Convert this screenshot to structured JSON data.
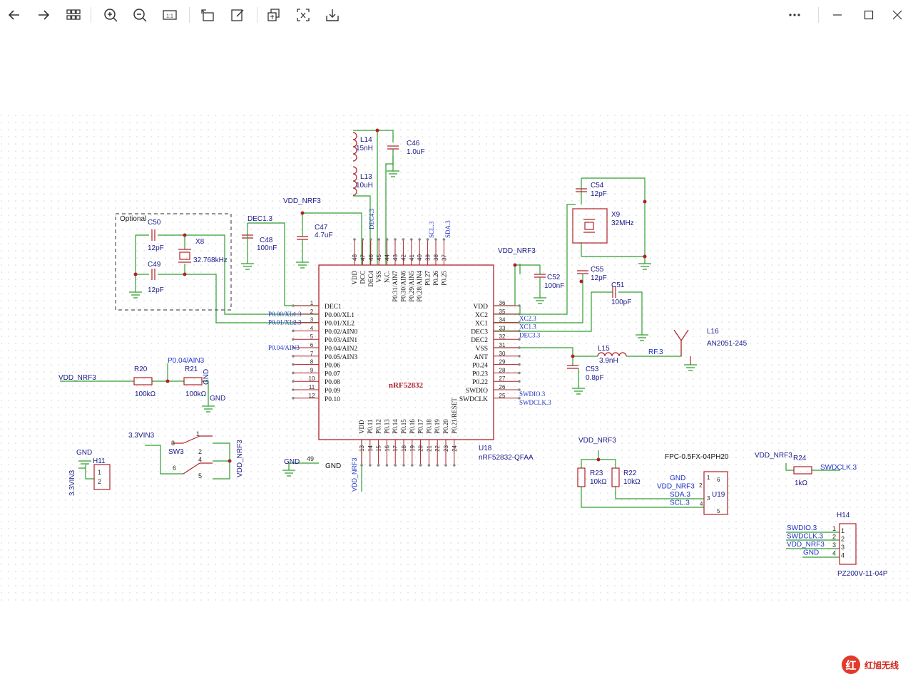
{
  "toolbar": {
    "left_icons": [
      "back-arrow-icon",
      "forward-arrow-icon",
      "grid-view-icon",
      "zoom-in-icon",
      "zoom-out-icon",
      "actual-size-icon",
      "rotate-icon",
      "edit-icon",
      "copy-text-icon",
      "translate-icon",
      "save-icon"
    ],
    "actual_size_label": "1:1",
    "right_icons": [
      "more-icon",
      "minimize-icon",
      "maximize-icon",
      "close-icon"
    ]
  },
  "schematic": {
    "ic": {
      "name": "nRF52832",
      "ref": "U18",
      "package": "nRF52832-QFAA",
      "left_pins": [
        {
          "num": "1",
          "name": "DEC1",
          "net": ""
        },
        {
          "num": "2",
          "name": "P0.00/XL1",
          "net": "P0.00/XL1.3"
        },
        {
          "num": "3",
          "name": "P0.01/XL2",
          "net": "P0.01/XL2.3"
        },
        {
          "num": "4",
          "name": "P0.02/AIN0",
          "net": ""
        },
        {
          "num": "5",
          "name": "P0.03/AIN1",
          "net": ""
        },
        {
          "num": "6",
          "name": "P0.04/AIN2",
          "net": "P0.04/AIN3"
        },
        {
          "num": "7",
          "name": "P0.05/AIN3",
          "net": ""
        },
        {
          "num": "8",
          "name": "P0.06",
          "net": ""
        },
        {
          "num": "9",
          "name": "P0.07",
          "net": ""
        },
        {
          "num": "10",
          "name": "P0.08",
          "net": ""
        },
        {
          "num": "11",
          "name": "P0.09",
          "net": ""
        },
        {
          "num": "12",
          "name": "P0.10",
          "net": ""
        }
      ],
      "right_pins": [
        {
          "num": "36",
          "name": "VDD",
          "net": ""
        },
        {
          "num": "35",
          "name": "XC2",
          "net": "XC2.3"
        },
        {
          "num": "34",
          "name": "XC1",
          "net": "XC1.3"
        },
        {
          "num": "33",
          "name": "DEC3",
          "net": "DEC3.3"
        },
        {
          "num": "32",
          "name": "DEC2",
          "net": ""
        },
        {
          "num": "31",
          "name": "VSS",
          "net": ""
        },
        {
          "num": "30",
          "name": "ANT",
          "net": ""
        },
        {
          "num": "29",
          "name": "P0.24",
          "net": ""
        },
        {
          "num": "28",
          "name": "P0.23",
          "net": ""
        },
        {
          "num": "27",
          "name": "P0.22",
          "net": ""
        },
        {
          "num": "26",
          "name": "SWDIO",
          "net": "SWDIO.3"
        },
        {
          "num": "25",
          "name": "SWDCLK",
          "net": "SWDCLK.3"
        }
      ],
      "top_pins": [
        {
          "num": "48",
          "name": "VDD"
        },
        {
          "num": "47",
          "name": "DCC"
        },
        {
          "num": "46",
          "name": "DEC4"
        },
        {
          "num": "45",
          "name": "VSS"
        },
        {
          "num": "44",
          "name": "N.C."
        },
        {
          "num": "43",
          "name": "P0.31/AIN7"
        },
        {
          "num": "42",
          "name": "P0.30/AIN6"
        },
        {
          "num": "41",
          "name": "P0.29/AIN5"
        },
        {
          "num": "40",
          "name": "P0.28/AIN4"
        },
        {
          "num": "39",
          "name": "P0.27"
        },
        {
          "num": "38",
          "name": "P0.26"
        },
        {
          "num": "37",
          "name": "P0.25"
        }
      ],
      "bottom_pins": [
        {
          "num": "13",
          "name": "VDD"
        },
        {
          "num": "14",
          "name": "P0.11"
        },
        {
          "num": "15",
          "name": "P0.12"
        },
        {
          "num": "16",
          "name": "P0.13"
        },
        {
          "num": "17",
          "name": "P0.14"
        },
        {
          "num": "18",
          "name": "P0.15"
        },
        {
          "num": "19",
          "name": "P0.16"
        },
        {
          "num": "20",
          "name": "P0.17"
        },
        {
          "num": "21",
          "name": "P0.18"
        },
        {
          "num": "22",
          "name": "P0.19"
        },
        {
          "num": "23",
          "name": "P0.20"
        },
        {
          "num": "24",
          "name": "P0.21/RESET"
        }
      ],
      "pin49": "49",
      "gnd_net": "GND",
      "top_nets": {
        "dec4": "DEC4.3",
        "scl": "SCL.3",
        "sda": "SDA.3"
      },
      "bottom_net": "VDD_NRF3"
    },
    "labels": {
      "optional": "Optional",
      "c50": "C50",
      "c50_val": "12pF",
      "c49": "C49",
      "c49_val": "12pF",
      "x8": "X8",
      "x8_val": "32.768kHz",
      "dec1": "DEC1.3",
      "c48": "C48",
      "c48_val": "100nF",
      "vdd_nrf3_a": "VDD_NRF3",
      "c47": "C47",
      "c47_val": "4.7uF",
      "l14": "L14",
      "l14_val": "15nH",
      "l13": "L13",
      "l13_val": "10uH",
      "c46": "C46",
      "c46_val": "1.0uF",
      "c54": "C54",
      "c54_val": "12pF",
      "x9": "X9",
      "x9_val": "32MHz",
      "c55": "C55",
      "c55_val": "12pF",
      "vdd_nrf3_b": "VDD_NRF3",
      "c52": "C52",
      "c52_val": "100nF",
      "c51": "C51",
      "c51_val": "100pF",
      "l15": "L15",
      "l15_val": "3.9nH",
      "rf": "RF.3",
      "l16": "L16",
      "l16_val": "AN2051-245",
      "c53": "C53",
      "c53_val": "0.8pF",
      "vdd_nrf3_r20": "VDD_NRF3",
      "r20": "R20",
      "r20_val": "100kΩ",
      "r21": "R21",
      "r21_val": "100kΩ",
      "ain3_net": "P0.04/AIN3",
      "gnd_r21": "GND",
      "gnd_r21b": "GND",
      "sw3": "SW3",
      "sw_in": "3.3VIN3",
      "sw_vdd": "VDD_NRF3",
      "sw_pins": [
        "1",
        "2",
        "3",
        "4",
        "5",
        "6"
      ],
      "h11": "H11",
      "h11_gnd": "GND",
      "h11_vin": "3.3VIN3",
      "h11_pins": [
        "1",
        "2"
      ],
      "vdd_nrf3_r23": "VDD_NRF3",
      "r23": "R23",
      "r23_val": "10kΩ",
      "r22": "R22",
      "r22_val": "10kΩ",
      "u19_part": "FPC-0.5FX-04PH20",
      "u19": "U19",
      "u19_nets": [
        "GND",
        "VDD_NRF3",
        "SDA.3",
        "SCL.3"
      ],
      "u19_pins": [
        "1",
        "2",
        "3",
        "4",
        "5",
        "6"
      ],
      "vdd_nrf3_r24": "VDD_NRF3",
      "r24": "R24",
      "r24_val": "1kΩ",
      "swdclk_r24": "SWDCLK.3",
      "h14": "H14",
      "h14_nets": [
        "SWDIO.3",
        "SWDCLK.3",
        "VDD_NRF3",
        "GND"
      ],
      "h14_pins": [
        "1",
        "2",
        "3",
        "4"
      ],
      "h14_part": "PZ200V-11-04P"
    }
  },
  "watermark": {
    "logo_char": "红",
    "text": "红旭无线"
  },
  "colors": {
    "wire": "#2e9e2e",
    "component": "#b0212a",
    "net": "#2134c7",
    "text": "#1a1a8a",
    "pin_num": "#2a2a2a"
  }
}
